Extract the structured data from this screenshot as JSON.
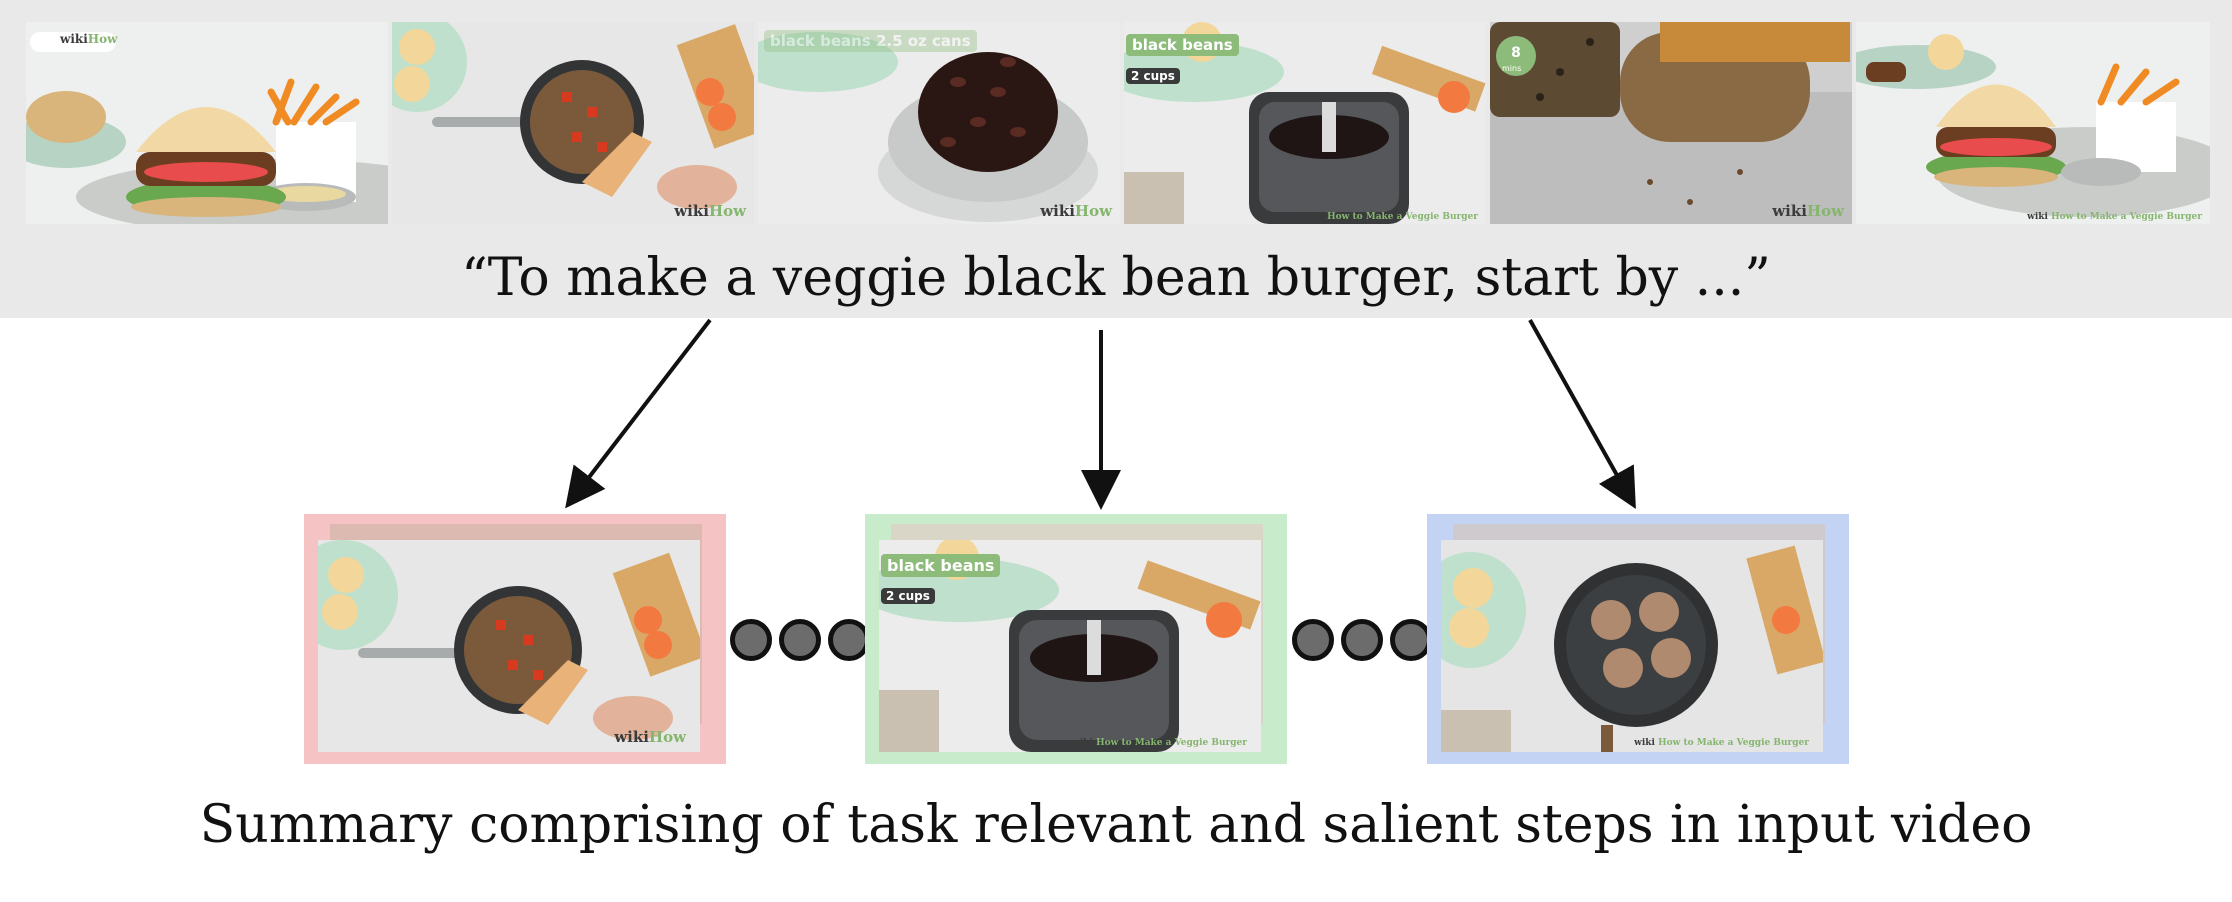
{
  "query_text": "“To make a veggie black bean burger, start by ...”",
  "summary_caption": "Summary comprising of task relevant and salient steps in input video",
  "colors": {
    "top_band": "#e8e9e8",
    "card_1_border": "#f5c3c4",
    "card_2_border": "#c8eccb",
    "card_3_border": "#c3d3f3",
    "arrow": "#111111",
    "dot_fill": "#6c6c6c"
  },
  "frames": {
    "f1": {
      "watermark_a": "wiki",
      "watermark_b": "How"
    },
    "f2": {
      "watermark_a": "wiki",
      "watermark_b": "How"
    },
    "f3": {
      "label": "black beans 2.5 oz cans",
      "watermark_a": "wiki",
      "watermark_b": "How"
    },
    "f4": {
      "label": "black beans",
      "amount": "2 cups",
      "watermark_a": "wiki",
      "watermark_b": "How to Make a Veggie Burger"
    },
    "f5": {
      "timer": "8",
      "timer_unit": "mins",
      "watermark_a": "wiki",
      "watermark_b": "How"
    },
    "f6": {
      "watermark_a": "wiki",
      "watermark_b": "How to Make a Veggie Burger"
    }
  },
  "summary": {
    "card1": {
      "watermark_a": "wiki",
      "watermark_b": "How"
    },
    "card2": {
      "label": "black beans",
      "amount": "2 cups",
      "watermark_a": "wiki",
      "watermark_b": "How to Make a Veggie Burger"
    },
    "card3": {
      "watermark_a": "wiki",
      "watermark_b": "How to Make a Veggie Burger"
    }
  }
}
